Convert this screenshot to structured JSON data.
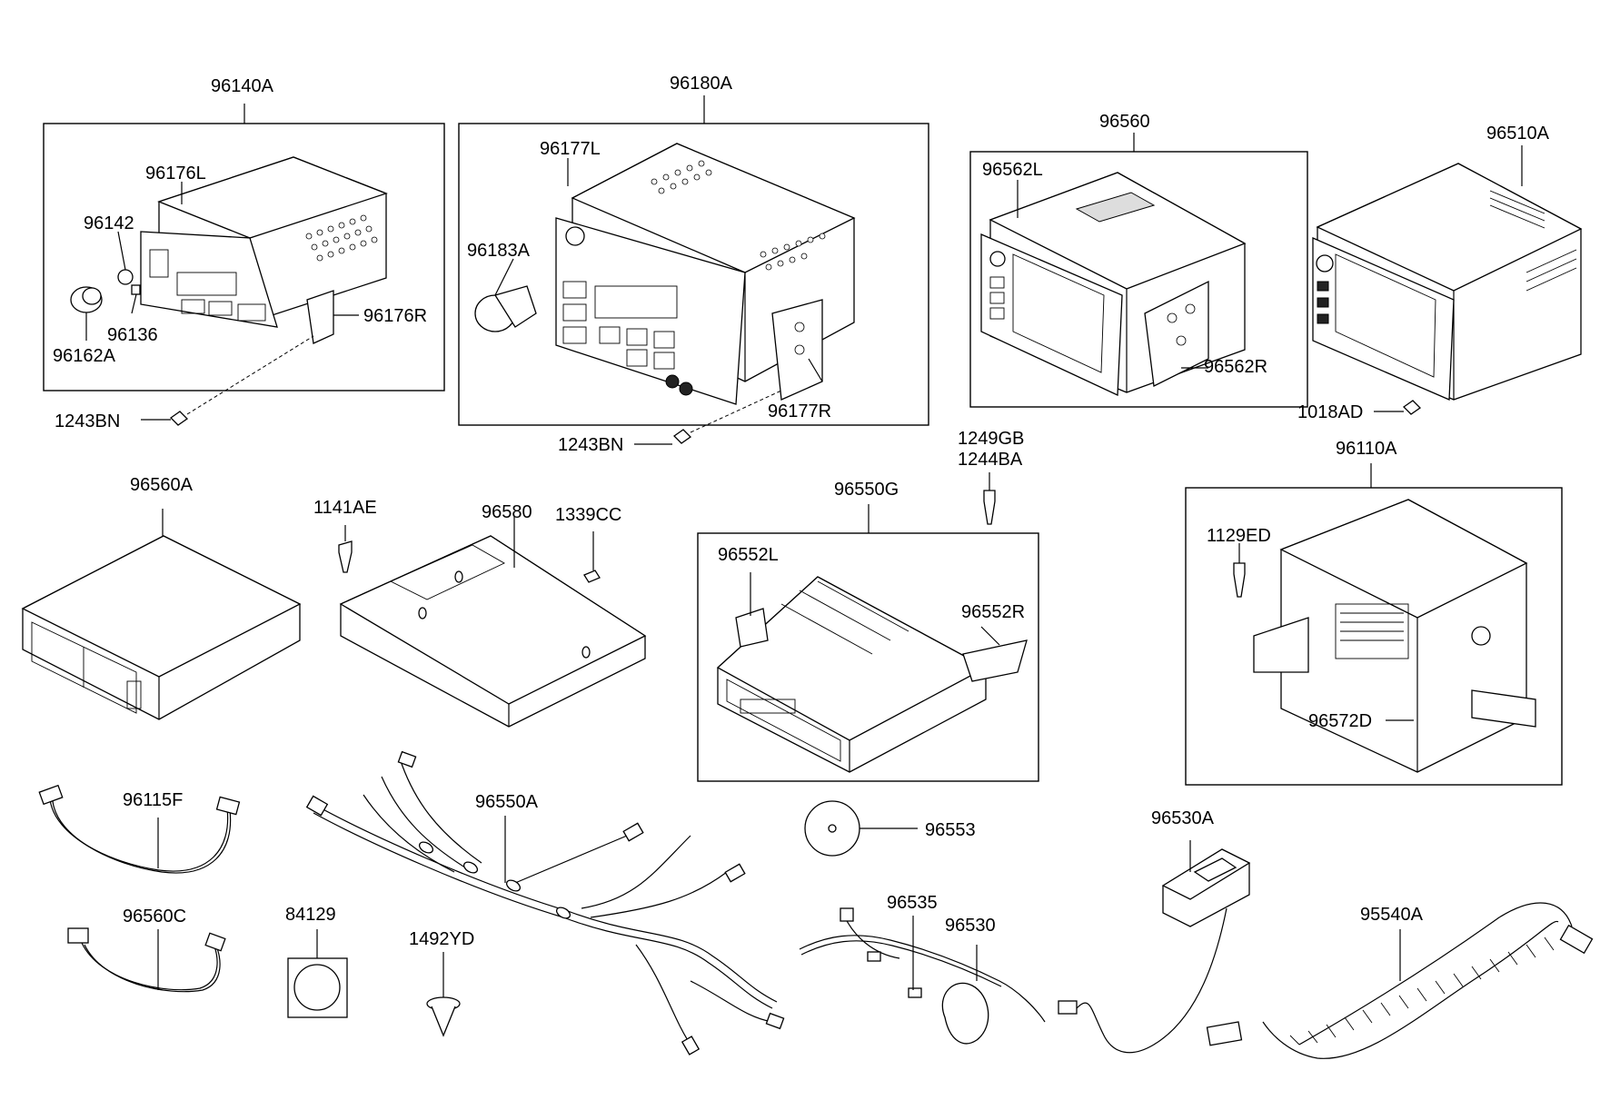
{
  "labels": {
    "p96140A": "96140A",
    "p96176L": "96176L",
    "p96142": "96142",
    "p96136": "96136",
    "p96162A": "96162A",
    "p96176R": "96176R",
    "p1243BN_a": "1243BN",
    "p96180A": "96180A",
    "p96177L": "96177L",
    "p96183A": "96183A",
    "p96177R": "96177R",
    "p1243BN_b": "1243BN",
    "p96560": "96560",
    "p96562L": "96562L",
    "p96562R": "96562R",
    "p96510A": "96510A",
    "p1018AD": "1018AD",
    "p96560A": "96560A",
    "p1141AE": "1141AE",
    "p96580": "96580",
    "p1339CC": "1339CC",
    "p1249GB": "1249GB",
    "p1244BA": "1244BA",
    "p96550G": "96550G",
    "p96552L": "96552L",
    "p96552R": "96552R",
    "p96110A": "96110A",
    "p1129ED": "1129ED",
    "p96572D": "96572D",
    "p96115F": "96115F",
    "p96560C": "96560C",
    "p84129": "84129",
    "p96550A": "96550A",
    "p1492YD": "1492YD",
    "p96553": "96553",
    "p96535": "96535",
    "p96530": "96530",
    "p96530A": "96530A",
    "p95540A": "95540A"
  },
  "colors": {
    "line": "#000000",
    "background": "#ffffff"
  }
}
